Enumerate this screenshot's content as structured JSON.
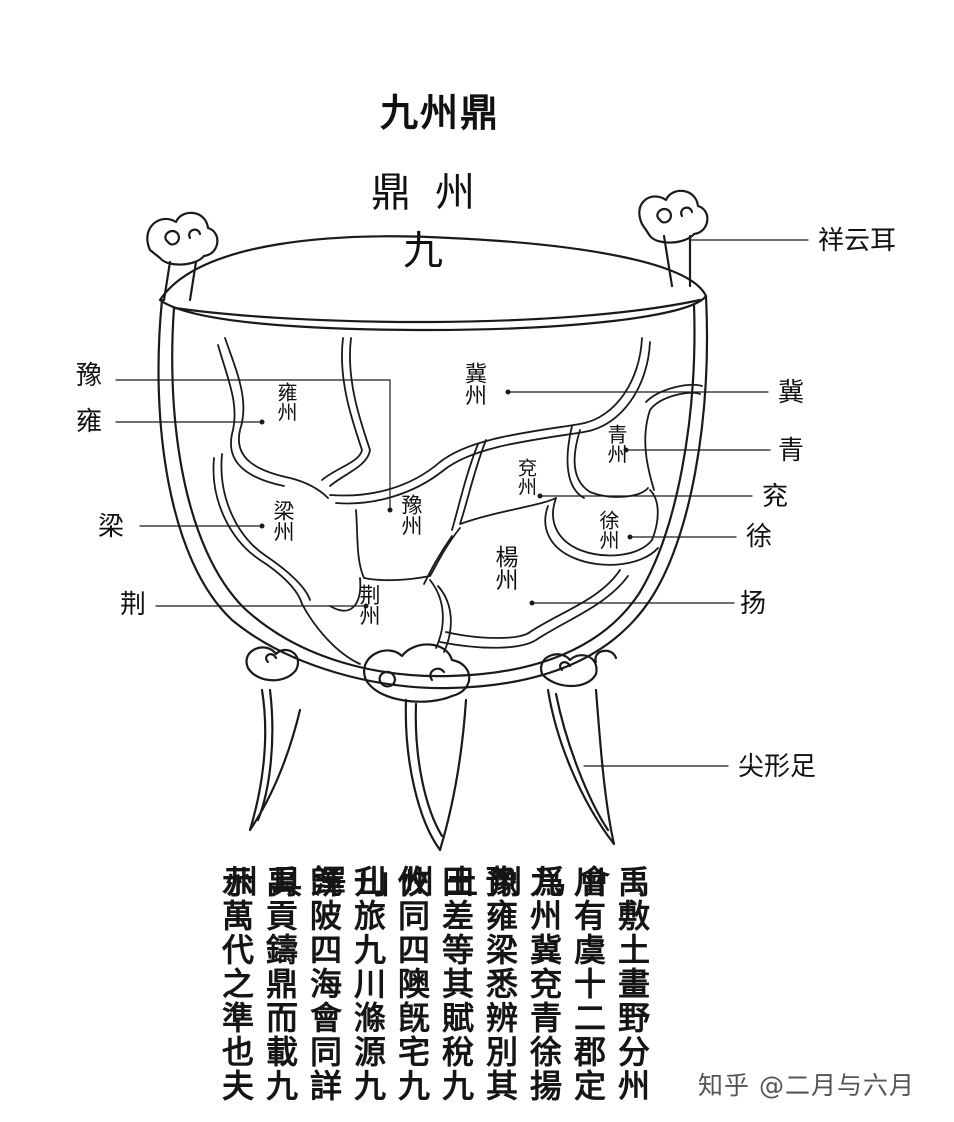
{
  "title": "九州鼎",
  "seal_text": "鼎州九",
  "region_labels": {
    "yong": "雍州",
    "ji": "冀州",
    "qing": "青州",
    "yan": "兗州",
    "yu": "豫州",
    "liang": "梁州",
    "xu": "徐州",
    "yang": "楊州",
    "jing": "荆州"
  },
  "callouts": {
    "ears": "祥云耳",
    "yu": "豫",
    "yong": "雍",
    "ji": "冀",
    "qing": "青",
    "yan": "兖",
    "liang": "梁",
    "xu": "徐",
    "jing": "荆",
    "yang": "扬",
    "feet": "尖形足"
  },
  "inscription_columns": [
    "禹敷土畫野分州會",
    "川有虞十二郡定爲",
    "九州冀兗青徐揚荆",
    "豫雍梁悉辨別其土",
    "田差等其賦稅九州",
    "攸同四隩旣宅九山",
    "刋旅九川滌源九澤",
    "旣陂四海會同詳具",
    "禹貢鑄鼎而載九州",
    "示萬代之準也夫"
  ],
  "watermark": "知乎 @二月与六月"
}
